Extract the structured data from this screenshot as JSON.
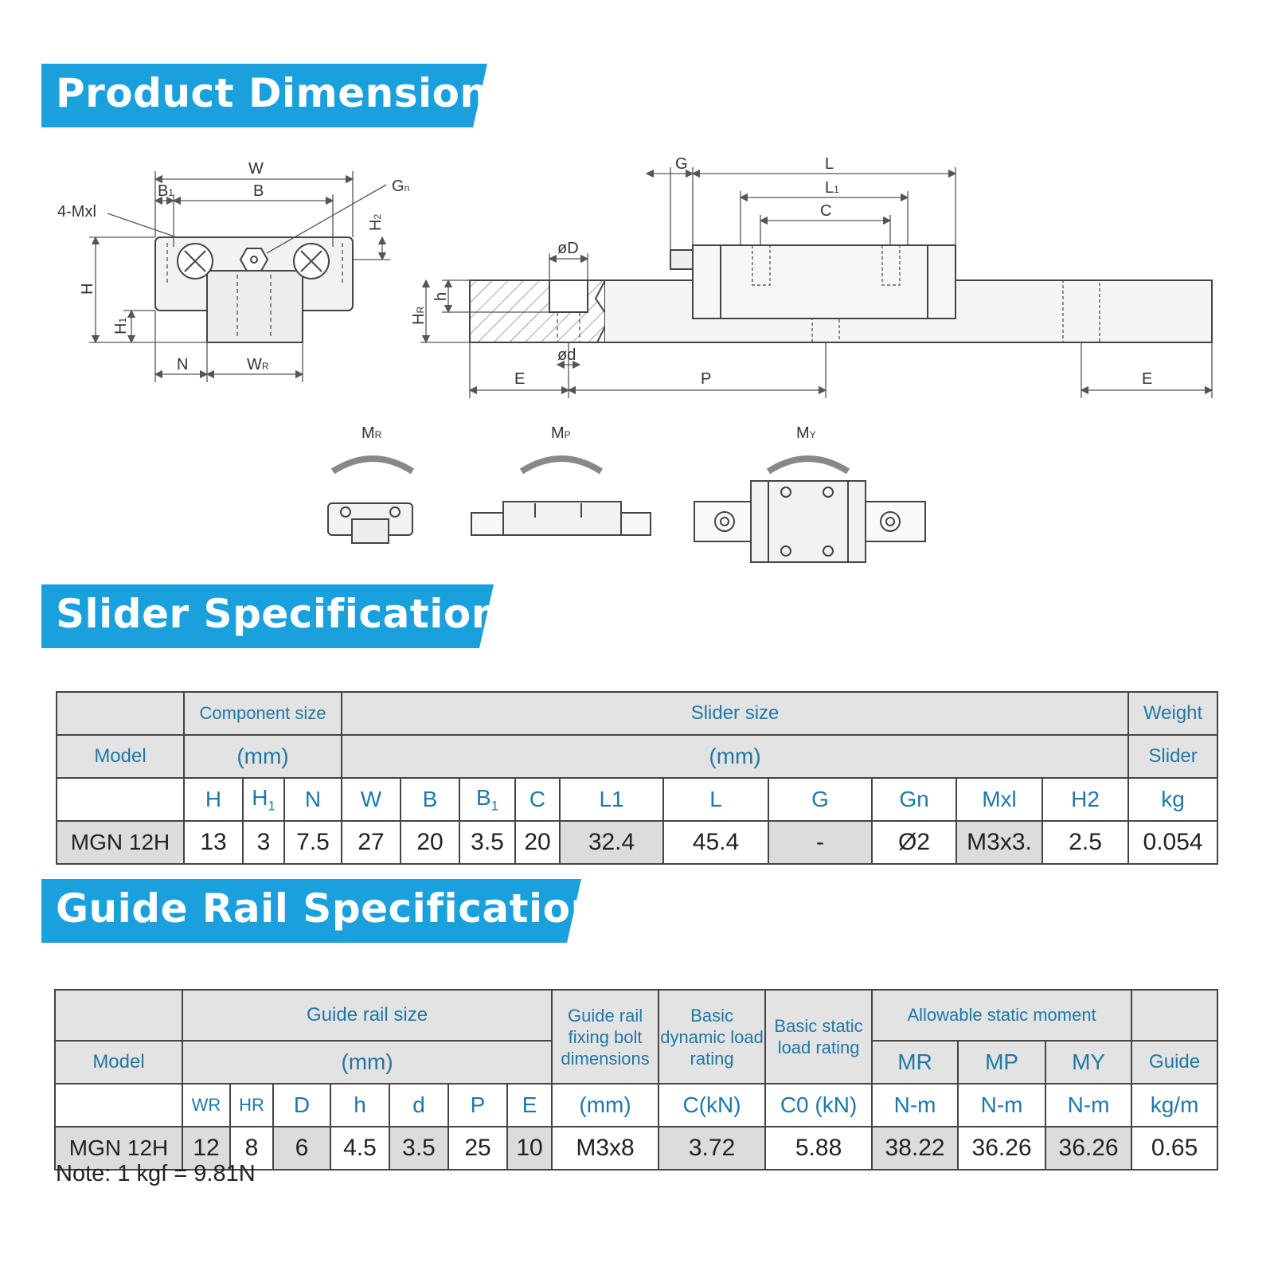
{
  "sections": {
    "product_dimensions": "Product Dimensions",
    "slider_specifications": "Slider Specifications",
    "guide_rail_specifications": "Guide Rail Specifications"
  },
  "diagram_labels": {
    "W": "W",
    "B1": "B",
    "B1_sub": "1",
    "B": "B",
    "Gn": "G",
    "Gn_sub": "n",
    "mxl": "4-Mxl",
    "H": "H",
    "H1": "H",
    "H1_sub": "1",
    "H2": "H",
    "H2_sub": "2",
    "N": "N",
    "WR": "W",
    "WR_sub": "R",
    "G": "G",
    "L": "L",
    "L1": "L",
    "L1_sub": "1",
    "C": "C",
    "D": "øD",
    "d": "ød",
    "h": "h",
    "HR": "H",
    "HR_sub": "R",
    "E_left": "E",
    "P": "P",
    "E_right": "E",
    "MR": "M",
    "MR_sub": "R",
    "MP": "M",
    "MP_sub": "P",
    "MY": "M",
    "MY_sub": "Y"
  },
  "slider_table": {
    "model_header": "Model",
    "component_size": "Component size",
    "component_unit": "(mm)",
    "slider_size": "Slider size",
    "slider_unit": "(mm)",
    "weight": "Weight",
    "weight_sub": "Slider",
    "columns": [
      "H",
      "H",
      "N",
      "W",
      "B",
      "B",
      "C",
      "L1",
      "L",
      "G",
      "Gn",
      "Mxl",
      "H2",
      "kg"
    ],
    "h1_sub": "1",
    "b1_sub": "1",
    "row": {
      "model": "MGN 12H",
      "values": [
        "13",
        "3",
        "7.5",
        "27",
        "20",
        "3.5",
        "20",
        "32.4",
        "45.4",
        "-",
        "Ø2",
        "M3x3.",
        "2.5",
        "0.054"
      ]
    }
  },
  "rail_table": {
    "model_header": "Model",
    "rail_size": "Guide rail size",
    "rail_unit": "(mm)",
    "bolt_header": "Guide rail fixing bolt dimensions",
    "dynamic_header": "Basic dynamic load rating",
    "static_header": "Basic static load rating",
    "moment_header": "Allowable static moment",
    "mr": "MR",
    "mp": "MP",
    "my": "MY",
    "guide": "Guide",
    "columns": [
      "WR",
      "HR",
      "D",
      "h",
      "d",
      "P",
      "E",
      "(mm)",
      "C(kN)",
      "C0 (kN)",
      "N-m",
      "N-m",
      "N-m",
      "kg/m"
    ],
    "row": {
      "model": "MGN 12H",
      "values": [
        "12",
        "8",
        "6",
        "4.5",
        "3.5",
        "25",
        "10",
        "M3x8",
        "3.72",
        "5.88",
        "38.22",
        "36.26",
        "36.26",
        "0.65"
      ]
    }
  },
  "note": "Note: 1 kgf = 9.81N",
  "colors": {
    "banner": "#1aa0dc",
    "header_text": "#1f78a6",
    "header_bg": "#e3e3e3"
  }
}
